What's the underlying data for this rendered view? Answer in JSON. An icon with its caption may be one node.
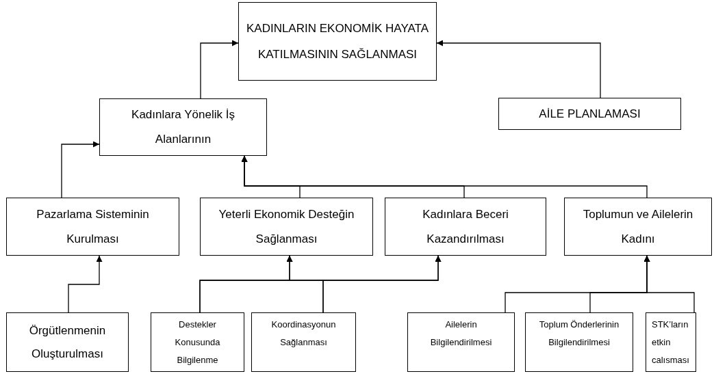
{
  "diagram": {
    "nodes": [
      {
        "text": [
          "KADINLARIN EKONOMİK HAYATA KATILMASININ SAĞLANMASI"
        ]
      },
      {
        "text": [
          "Kadınlara Yönelik İş Alanlarının"
        ]
      },
      {
        "text": [
          "AİLE PLANLAMASI"
        ]
      },
      {
        "text": [
          "Pazarlama Sisteminin Kurulması"
        ]
      },
      {
        "text": [
          "Yeterli Ekonomik Desteğin Sağlanması"
        ]
      },
      {
        "text": [
          "Kadınlara Beceri Kazandırılması"
        ]
      },
      {
        "text": [
          "Toplumun ve Ailelerin Kadını"
        ]
      },
      {
        "text": [
          "Örgütlenmenin Oluşturulması"
        ]
      },
      {
        "text": [
          "Destekler Konusunda Bilgilenme"
        ]
      },
      {
        "text": [
          "Koordinasyonun Sağlanması"
        ]
      },
      {
        "text": [
          "Ailelerin Bilgilendirilmesi"
        ]
      },
      {
        "text": [
          "Toplum Önderlerinin Bilgilendirilmesi"
        ]
      },
      {
        "text": [
          "STK’ların etkin calısması"
        ]
      }
    ],
    "edges": [
      {
        "from": 1,
        "to": 0,
        "arrow": "to"
      },
      {
        "from": 2,
        "to": 0,
        "arrow": "to"
      },
      {
        "from": 3,
        "to": 1,
        "arrow": "to"
      },
      {
        "from": 4,
        "to": 1,
        "arrow": "to"
      },
      {
        "from": 5,
        "to": 1,
        "arrow": "to"
      },
      {
        "from": 6,
        "to": 1,
        "arrow": "to"
      },
      {
        "from": 7,
        "to": 3,
        "arrow": "to"
      },
      {
        "from": 8,
        "to": 4,
        "arrow": "to"
      },
      {
        "from": 9,
        "to": 4,
        "arrow": "to"
      },
      {
        "from": 8,
        "to": 5,
        "arrow": "to"
      },
      {
        "from": 9,
        "to": 5,
        "arrow": "to"
      },
      {
        "from": 10,
        "to": 6,
        "arrow": "to"
      },
      {
        "from": 11,
        "to": 6,
        "arrow": "to"
      },
      {
        "from": 12,
        "to": 6,
        "arrow": "to"
      }
    ]
  }
}
